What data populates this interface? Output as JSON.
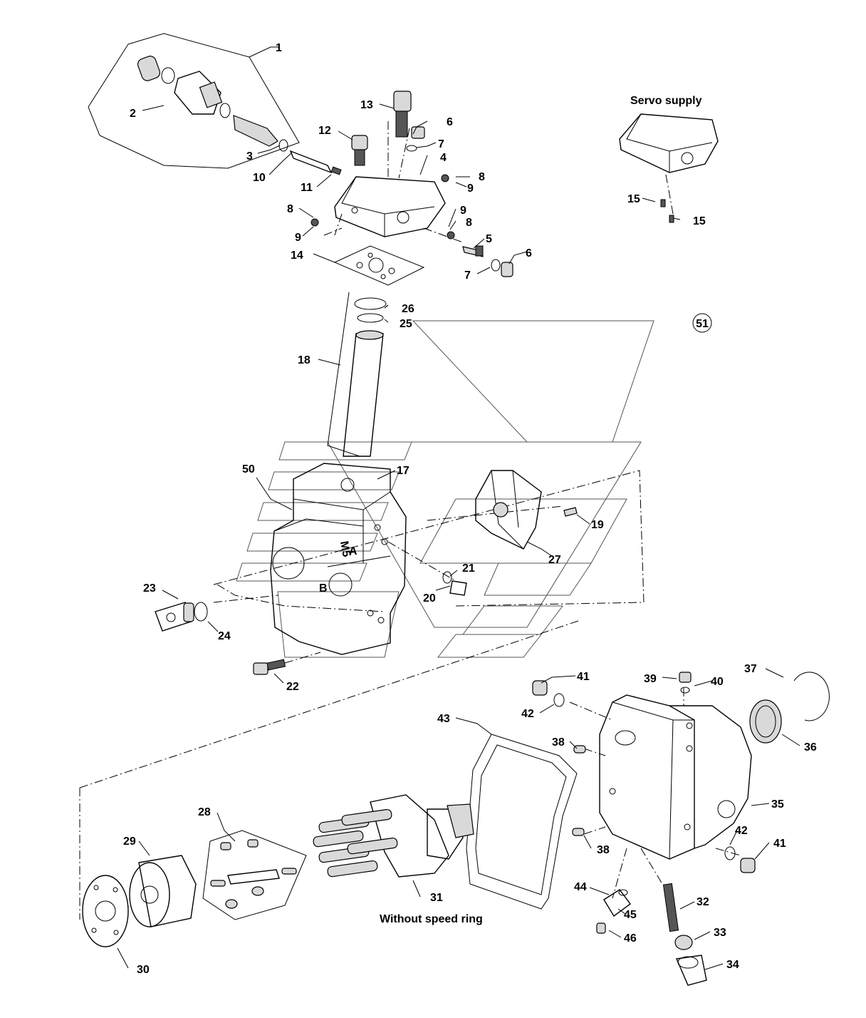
{
  "captions": {
    "servo_supply": "Servo supply",
    "without_speed_ring": "Without speed ring",
    "drawing_ref": "51"
  },
  "callouts": {
    "c1": "1",
    "c2": "2",
    "c3": "3",
    "c4": "4",
    "c5": "5",
    "c6a": "6",
    "c6b": "6",
    "c7a": "7",
    "c7b": "7",
    "c8a": "8",
    "c8b": "8",
    "c8c": "8",
    "c9a": "9",
    "c9b": "9",
    "c9c": "9",
    "c10": "10",
    "c11": "11",
    "c12": "12",
    "c13": "13",
    "c14": "14",
    "c15a": "15",
    "c15b": "15",
    "c17": "17",
    "c18": "18",
    "c19": "19",
    "c20": "20",
    "c21": "21",
    "c22": "22",
    "c23": "23",
    "c24": "24",
    "c25": "25",
    "c26": "26",
    "c27": "27",
    "c28": "28",
    "c29": "29",
    "c30": "30",
    "c31": "31",
    "c32": "32",
    "c33": "33",
    "c34": "34",
    "c35": "35",
    "c36": "36",
    "c37": "37",
    "c38a": "38",
    "c38b": "38",
    "c39": "39",
    "c40": "40",
    "c41a": "41",
    "c41b": "41",
    "c42a": "42",
    "c42b": "42",
    "c43": "43",
    "c44": "44",
    "c45": "45",
    "c46": "46",
    "c50": "50"
  },
  "block_markings": {
    "m5": "M5",
    "port_a": "A",
    "port_b": "B"
  }
}
